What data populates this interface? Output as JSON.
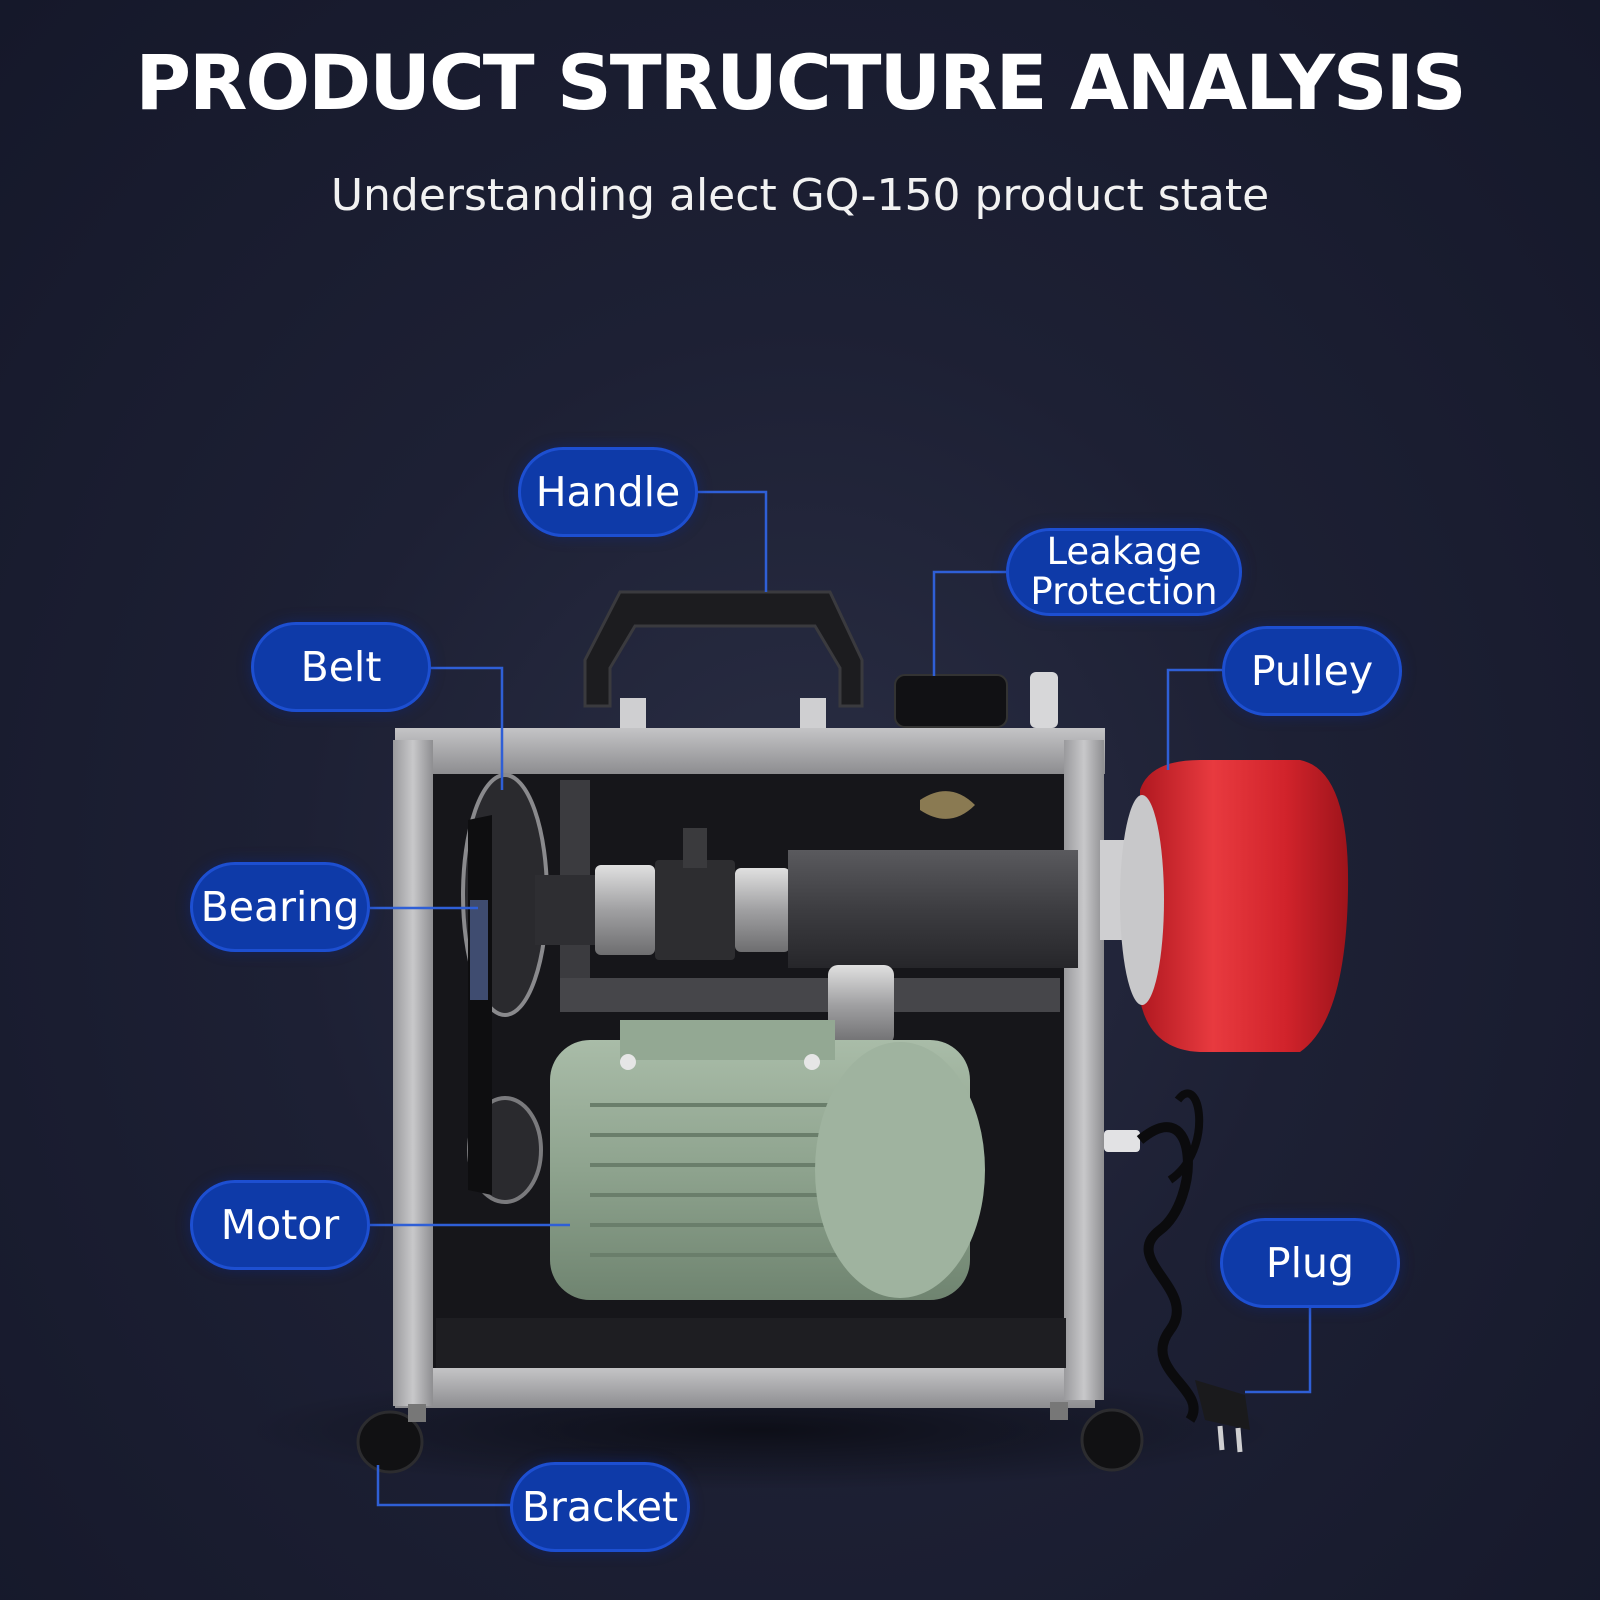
{
  "title": "PRODUCT STRUCTURE ANALYSIS",
  "subtitle": "Understanding alect GQ-150 product state",
  "callouts": {
    "handle": "Handle",
    "leakage_protection_line1": "Leakage",
    "leakage_protection_line2": "Protection",
    "belt": "Belt",
    "pulley": "Pulley",
    "bearing": "Bearing",
    "motor": "Motor",
    "plug": "Plug",
    "bracket": "Bracket"
  },
  "colors": {
    "callout_fill": "#0e3aa8",
    "leader_line": "#2f5fd6",
    "pulley_drum": "#d8262e",
    "motor_body": "#8fa690",
    "frame": "#a9a9ab"
  }
}
